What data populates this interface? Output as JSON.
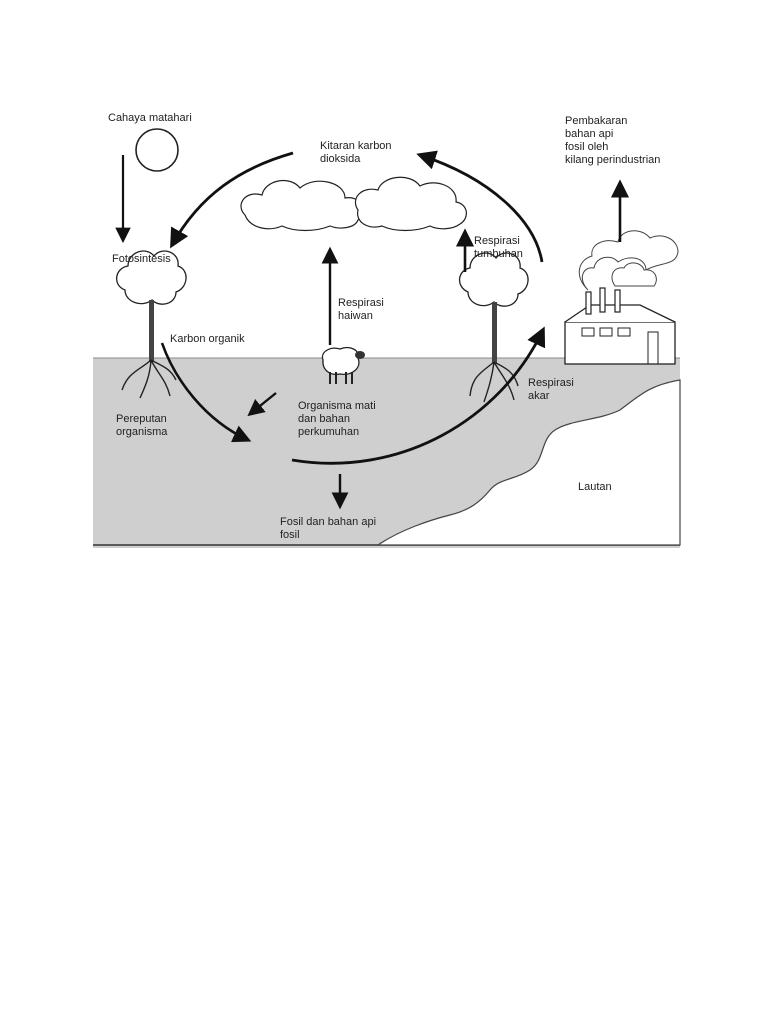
{
  "labels": {
    "sunlight": "Cahaya matahari",
    "co2_cycle_1": "Kitaran karbon",
    "co2_cycle_2": "dioksida",
    "combustion_1": "Pembakaran",
    "combustion_2": "bahan api",
    "combustion_3": "fosil oleh",
    "combustion_4": "kilang perindustrian",
    "photosynthesis": "Fotosintesis",
    "plant_resp_1": "Respirasi",
    "plant_resp_2": "tumbuhan",
    "animal_resp_1": "Respirasi",
    "animal_resp_2": "haiwan",
    "organic_carbon": "Karbon organik",
    "decay_1": "Pereputan",
    "decay_2": "organisma",
    "dead_1": "Organisma mati",
    "dead_2": "dan bahan",
    "dead_3": "perkumuhan",
    "root_resp_1": "Respirasi",
    "root_resp_2": "akar",
    "ocean": "Lautan",
    "fossil_1": "Fosil dan bahan api",
    "fossil_2": "fosil"
  },
  "colors": {
    "ground": "#cfcfcf",
    "ink": "#111111",
    "paper": "#ffffff"
  },
  "icons": [
    "sun-icon",
    "cloud-icon",
    "tree-icon",
    "sheep-icon",
    "factory-icon",
    "smoke-icon"
  ]
}
